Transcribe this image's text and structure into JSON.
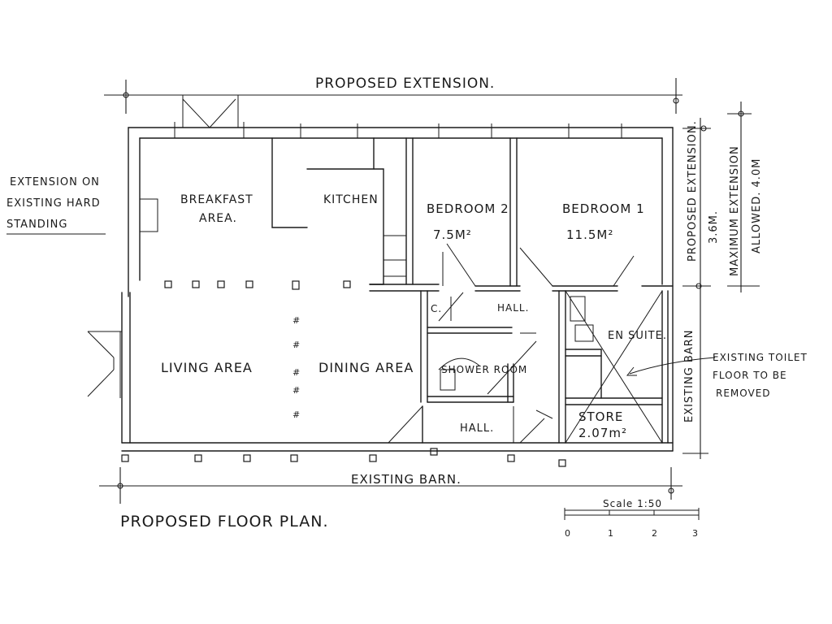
{
  "labels": {
    "top": "PROPOSED EXTENSION.",
    "bottom": "EXISTING BARN.",
    "left_note_1": "EXTENSION ON",
    "left_note_2": "EXISTING HARD",
    "left_note_3": "STANDING",
    "right_vertical_1": "PROPOSED EXTENSION.",
    "right_vertical_2": "3.6M.",
    "right_vertical_3": "MAXIMUM EXTENSION",
    "right_vertical_4": "ALLOWED. 4.0M",
    "existing_barn_right": "EXISTING BARN",
    "title": "PROPOSED FLOOR PLAN.",
    "scale_label": "Scale 1:50",
    "scale_ticks": [
      "0",
      "1",
      "2",
      "3"
    ],
    "note_1": "EXISTING TOILET",
    "note_2": "FLOOR TO BE",
    "note_3": "REMOVED"
  },
  "rooms": {
    "breakfast_1": "BREAKFAST",
    "breakfast_2": "AREA.",
    "kitchen": "KITCHEN",
    "bedroom2": "BEDROOM 2",
    "bedroom2_area": "7.5M²",
    "bedroom1": "BEDROOM 1",
    "bedroom1_area": "11.5M²",
    "hall_upper": "HALL.",
    "c": "C.",
    "ensuite": "EN SUITE.",
    "living": "LIVING AREA",
    "dining": "DINING AREA",
    "shower": "SHOWER ROOM",
    "hall_lower": "HALL.",
    "store": "STORE",
    "store_area": "2.07m²"
  }
}
